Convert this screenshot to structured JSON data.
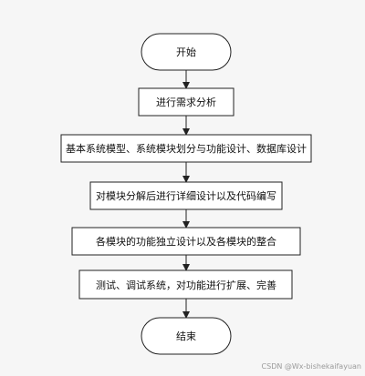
{
  "flowchart": {
    "start_label": "开始",
    "steps": [
      "进行需求分析",
      "基本系统模型、系统模块划分与功能设计、数据库设计",
      "对模块分解后进行详细设计以及代码编写",
      "各模块的功能独立设计以及各模块的整合",
      "测试、调试系统，对功能进行扩展、完善"
    ],
    "end_label": "结束"
  },
  "watermark": "CSDN @Wx-bishekaifayuan",
  "colors": {
    "background": "#f6f6f6",
    "node_fill": "#ffffff",
    "node_stroke": "#222222",
    "arrow": "#222222"
  }
}
